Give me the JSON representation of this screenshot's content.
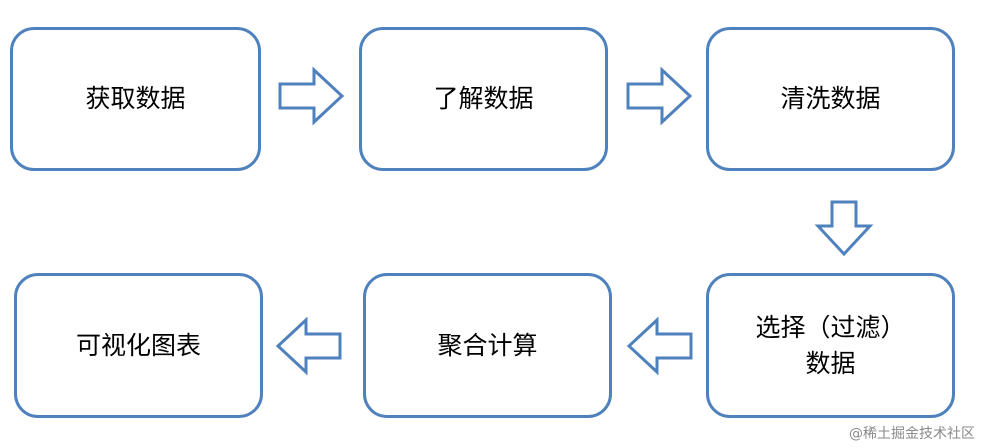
{
  "steps": [
    {
      "label": "获取数据"
    },
    {
      "label": "了解数据"
    },
    {
      "label": "清洗数据"
    },
    {
      "label_line1": "选择（过滤）",
      "label_line2": "数据"
    },
    {
      "label": "聚合计算"
    },
    {
      "label": "可视化图表"
    }
  ],
  "watermark": "@稀土掘金技术社区",
  "colors": {
    "stroke": "#4f81bd"
  }
}
